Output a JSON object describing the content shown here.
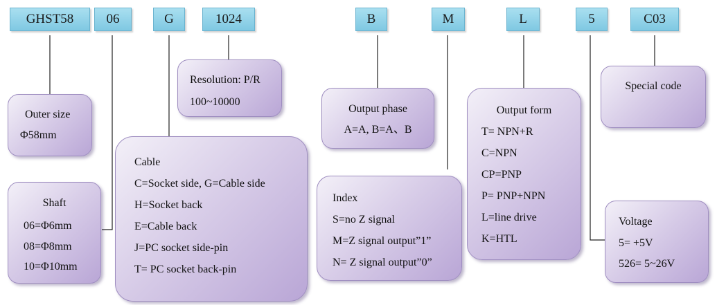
{
  "codes": [
    "GHST58",
    "06",
    "G",
    "1024",
    "B",
    "M",
    "L",
    "5",
    "C03"
  ],
  "outer_size": {
    "title": "Outer size",
    "value": "Φ58mm"
  },
  "shaft": {
    "title": "Shaft",
    "items": [
      "06=Φ6mm",
      "08=Φ8mm",
      "10=Φ10mm"
    ]
  },
  "cable": {
    "title": "Cable",
    "items": [
      "C=Socket side, G=Cable side",
      "H=Socket back",
      "E=Cable back",
      "J=PC socket side-pin",
      "T= PC socket back-pin"
    ]
  },
  "resolution": {
    "title": "Resolution: P/R",
    "value": "100~10000"
  },
  "output_phase": {
    "title": "Output phase",
    "value": "A=A, B=A、B"
  },
  "index": {
    "title": "Index",
    "items": [
      "S=no Z signal",
      "M=Z signal output”1”",
      "N= Z signal output”0”"
    ]
  },
  "output_form": {
    "title": "Output form",
    "items": [
      "T= NPN+R",
      "C=NPN",
      "CP=PNP",
      "P= PNP+NPN",
      "L=line drive",
      "K=HTL"
    ]
  },
  "voltage": {
    "title": "Voltage",
    "items": [
      "5= +5V",
      "526= 5~26V"
    ]
  },
  "special": {
    "title": "Special code"
  }
}
